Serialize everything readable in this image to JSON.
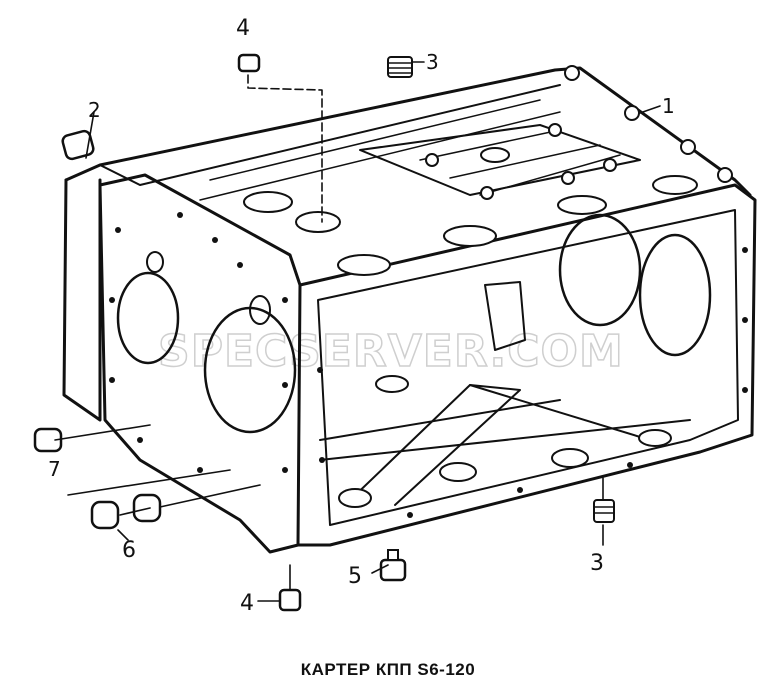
{
  "diagram": {
    "caption": "КАРТЕР КПП S6-120",
    "watermark": "SPECSERVER.COM"
  },
  "callouts": [
    {
      "id": "1",
      "label": "1"
    },
    {
      "id": "2",
      "label": "2"
    },
    {
      "id": "3a",
      "label": "3"
    },
    {
      "id": "4a",
      "label": "4"
    },
    {
      "id": "3b",
      "label": "3"
    },
    {
      "id": "4b",
      "label": "4"
    },
    {
      "id": "5",
      "label": "5"
    },
    {
      "id": "6",
      "label": "6"
    },
    {
      "id": "7",
      "label": "7"
    }
  ]
}
